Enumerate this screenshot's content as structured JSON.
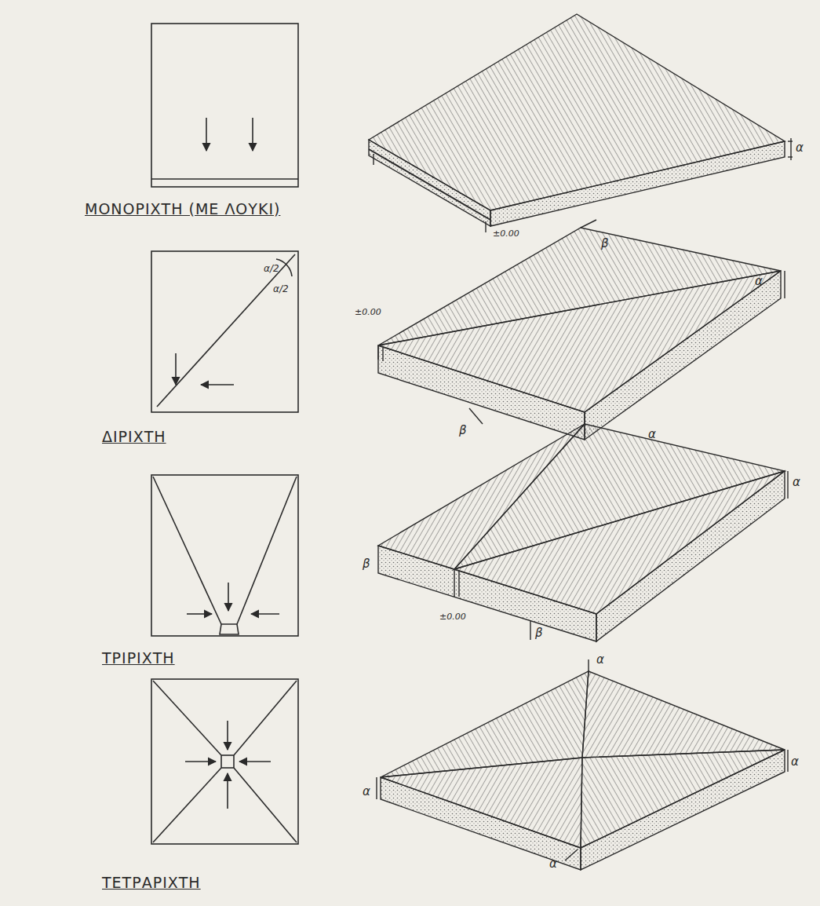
{
  "diagram": {
    "labels": [
      "ΜΟΝΟΡΙΧΤΗ (ΜΕ ΛΟΥΚΙ)",
      "α",
      "±0.00",
      "ΔΙΡΙΧΤΗ",
      "α/2",
      "α/2",
      "β",
      "α",
      "±0.00",
      "β",
      "ΤΡΙΡΙΧΤΗ",
      "α",
      "α",
      "β",
      "±0.00",
      "β",
      "ΤΕΤΡΑΡΙΧΤΗ",
      "α",
      "α",
      "α",
      "α"
    ]
  }
}
